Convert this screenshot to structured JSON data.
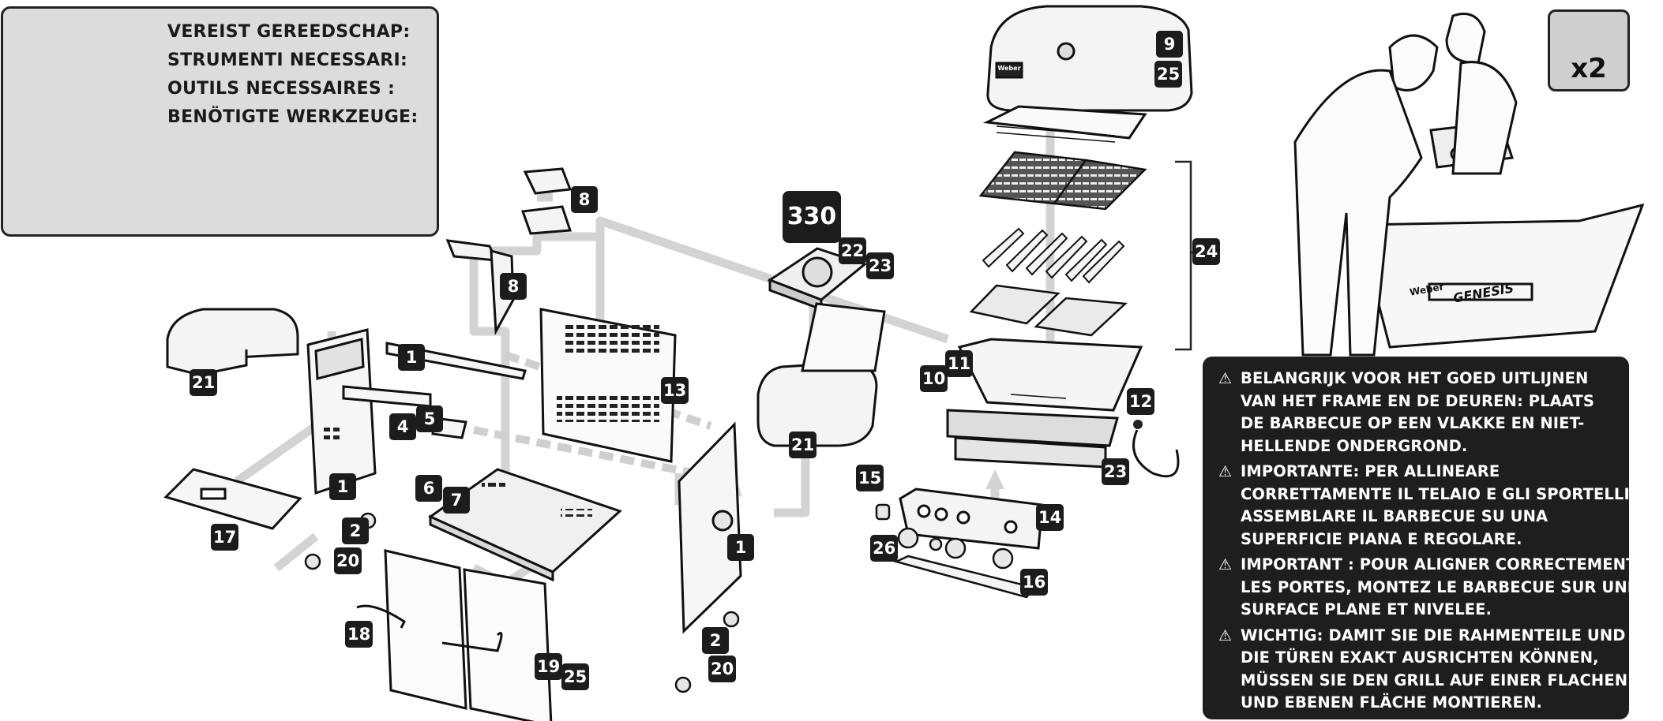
{
  "tools": {
    "headings": [
      "VEREIST GEREEDSCHAP:",
      "STRUMENTI NECESSARI:",
      "OUTILS NECESSAIRES :",
      "BENÖTIGTE WERKZEUGE:"
    ]
  },
  "people": {
    "count_label": "x2"
  },
  "warnings": [
    {
      "symbol": "⚠",
      "lines": [
        "BELANGRIJK VOOR HET GOED UITLIJNEN",
        "VAN HET FRAME EN DE DEUREN: PLAATS",
        "DE BARBECUE OP EEN VLAKKE EN NIET-",
        "HELLENDE ONDERGROND."
      ]
    },
    {
      "symbol": "⚠",
      "lines": [
        "IMPORTANTE: PER ALLINEARE",
        "CORRETTAMENTE IL TELAIO E GLI SPORTELLI,",
        "ASSEMBLARE IL BARBECUE SU UNA",
        "SUPERFICIE PIANA E REGOLARE."
      ]
    },
    {
      "symbol": "⚠",
      "lines": [
        "IMPORTANT : POUR ALIGNER CORRECTEMENT",
        "LES PORTES, MONTEZ LE BARBECUE SUR UNE",
        "SURFACE PLANE ET NIVELEE."
      ]
    },
    {
      "symbol": "⚠",
      "lines": [
        "WICHTIG: DAMIT SIE DIE RAHMENTEILE UND",
        "DIE TÜREN EXAKT AUSRICHTEN KÖNNEN,",
        "MÜSSEN SIE DEN GRILL AUF EINER FLACHEN",
        "UND EBENEN FLÄCHE MONTIEREN."
      ]
    }
  ],
  "callouts": [
    {
      "label": "330"
    },
    {
      "label": "8"
    },
    {
      "label": "8"
    },
    {
      "label": "22"
    },
    {
      "label": "23"
    },
    {
      "label": "9"
    },
    {
      "label": "25"
    },
    {
      "label": "24"
    },
    {
      "label": "21"
    },
    {
      "label": "1"
    },
    {
      "label": "4"
    },
    {
      "label": "5"
    },
    {
      "label": "13"
    },
    {
      "label": "1"
    },
    {
      "label": "2"
    },
    {
      "label": "20"
    },
    {
      "label": "17"
    },
    {
      "label": "6"
    },
    {
      "label": "7"
    },
    {
      "label": "21"
    },
    {
      "label": "1"
    },
    {
      "label": "2"
    },
    {
      "label": "20"
    },
    {
      "label": "18"
    },
    {
      "label": "19"
    },
    {
      "label": "25"
    },
    {
      "label": "10"
    },
    {
      "label": "11"
    },
    {
      "label": "12"
    },
    {
      "label": "23"
    },
    {
      "label": "15"
    },
    {
      "label": "14"
    },
    {
      "label": "26"
    },
    {
      "label": "16"
    }
  ],
  "product": {
    "lid_logo": "Weber",
    "box_brand": "Weber",
    "box_model": "GENESIS"
  }
}
